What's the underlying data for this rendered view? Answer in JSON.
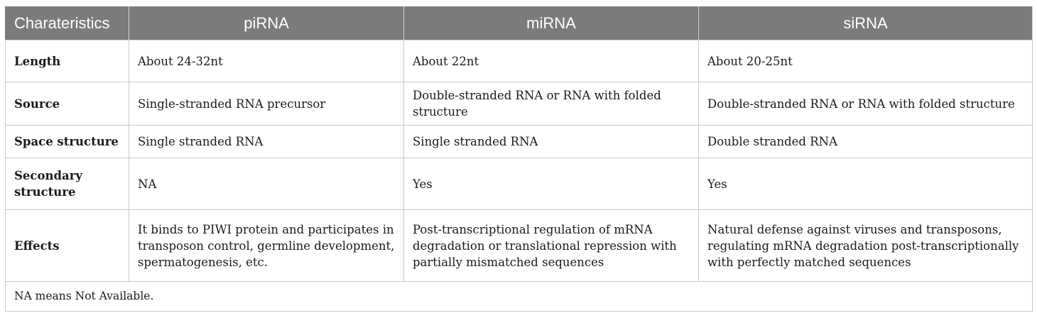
{
  "header": [
    "Charateristics",
    "piRNA",
    "miRNA",
    "siRNA"
  ],
  "rows": [
    {
      "label": "Length",
      "pirna": "About 24-32nt",
      "mirna": "About 22nt",
      "sirna": "About 20-25nt"
    },
    {
      "label": "Source",
      "pirna": "Single-stranded RNA precursor",
      "mirna": "Double-stranded RNA or RNA with folded structure",
      "sirna": "Double-stranded RNA or RNA with folded structure"
    },
    {
      "label": "Space structure",
      "pirna": "Single stranded RNA",
      "mirna": "Single stranded RNA",
      "sirna": "Double stranded RNA"
    },
    {
      "label": "Secondary structure",
      "pirna": "NA",
      "mirna": "Yes",
      "sirna": "Yes"
    },
    {
      "label": "Effects",
      "pirna": "It binds to PIWI protein and participates in transposon control, germline development, spermatogenesis, etc.",
      "mirna": "Post-transcriptional regulation of mRNA degradation or translational repression with partially mismatched sequences",
      "sirna": "Natural defense against viruses and transposons, regulating mRNA degradation post-transcriptionally with perfectly matched sequences"
    }
  ],
  "footnote": "NA means Not Available."
}
